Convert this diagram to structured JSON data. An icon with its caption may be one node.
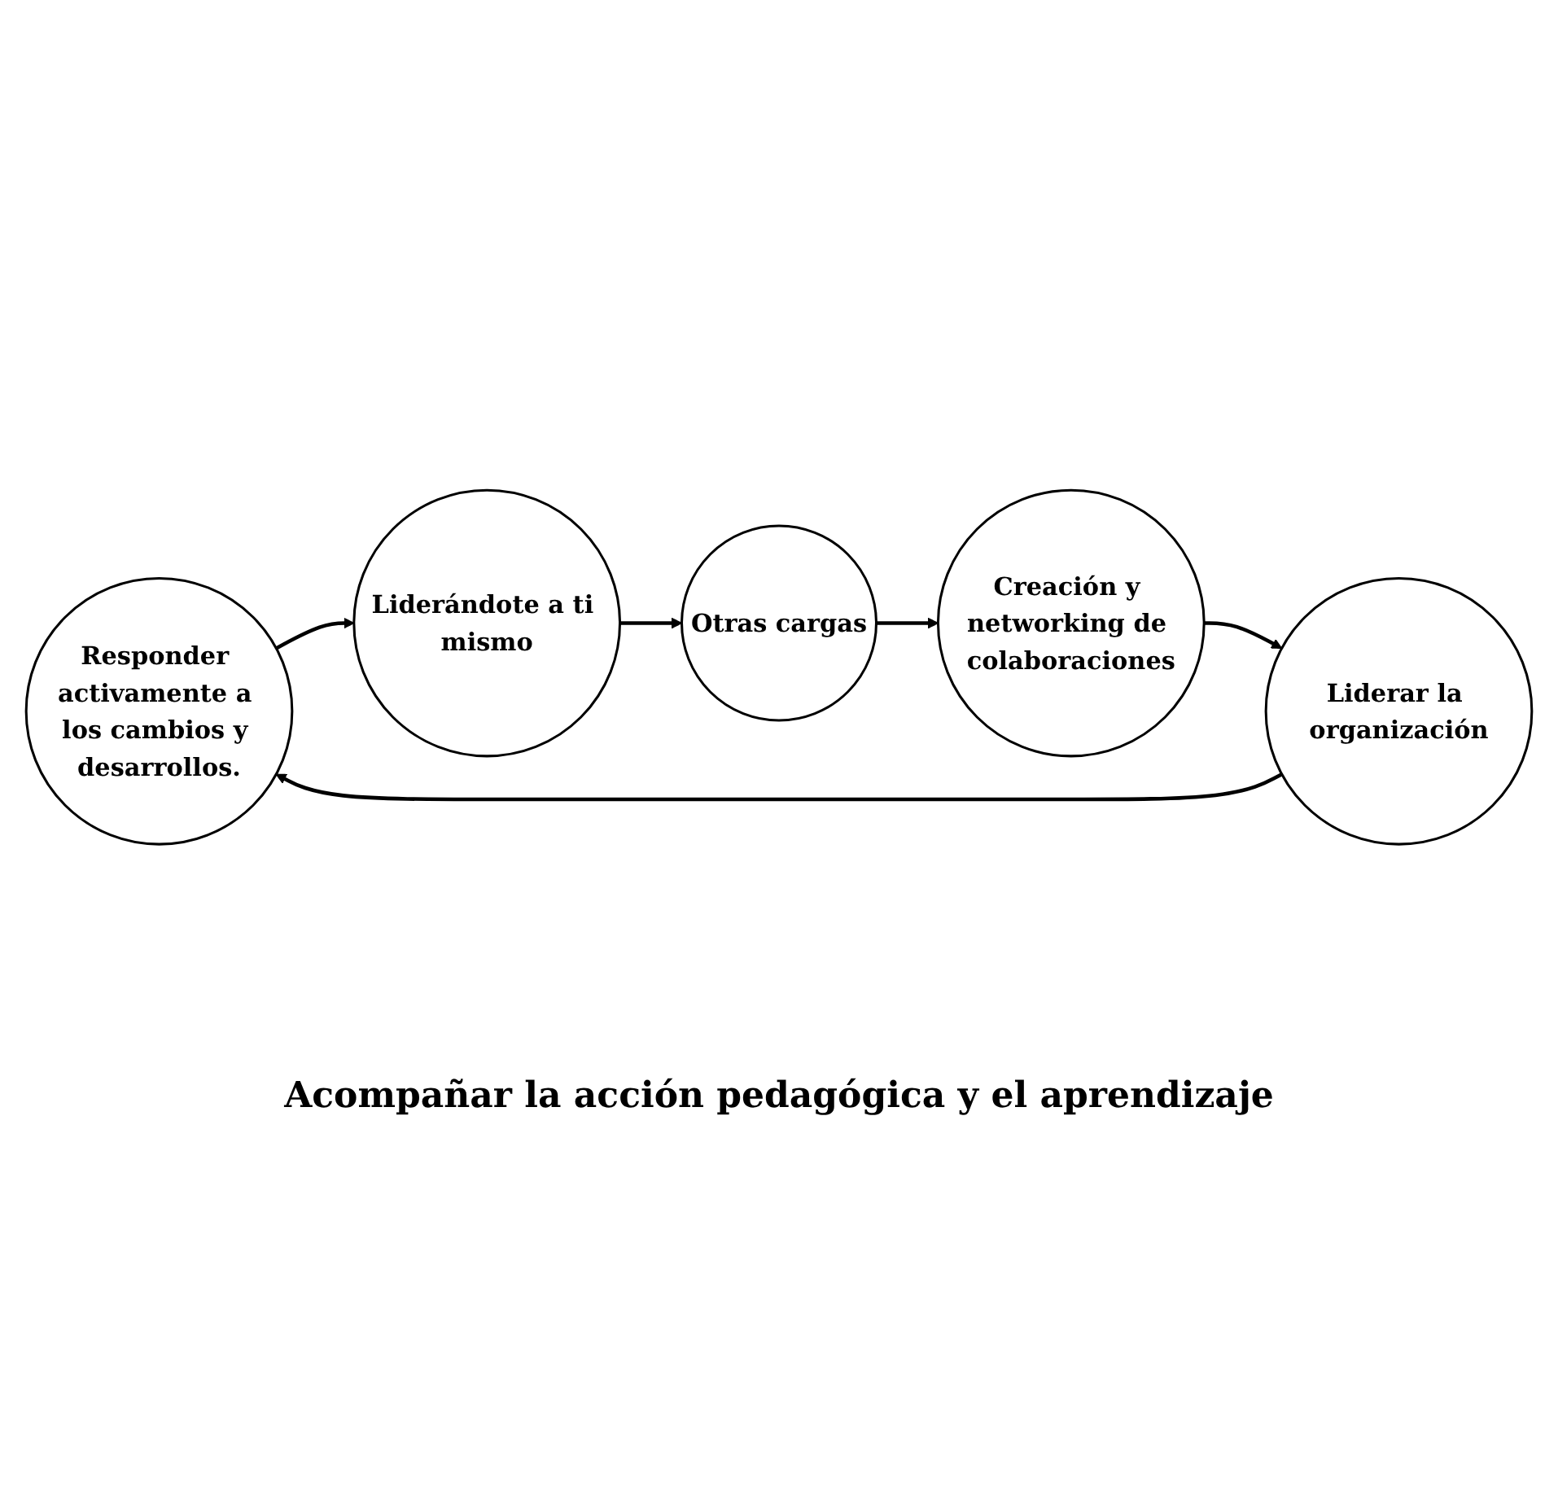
{
  "diagram": {
    "nodes": [
      {
        "text": [
          "Responder activamente a los cambios y desarrollos."
        ]
      },
      {
        "text": [
          "Liderándote a ti mismo"
        ]
      },
      {
        "text": [
          "Otras cargas"
        ]
      },
      {
        "text": [
          "Creación y networking de colaboraciones"
        ]
      },
      {
        "text": [
          "Liderar la organización"
        ]
      }
    ],
    "edges": [
      {
        "from": 0,
        "to": 1,
        "arrow": "to"
      },
      {
        "from": 1,
        "to": 2,
        "arrow": "to"
      },
      {
        "from": 2,
        "to": 3,
        "arrow": "to"
      },
      {
        "from": 3,
        "to": 4,
        "arrow": "to"
      },
      {
        "from": 4,
        "to": 0,
        "arrow": "to"
      }
    ],
    "labels": [
      "Acompañar la acción pedagógica y el aprendizaje"
    ]
  }
}
